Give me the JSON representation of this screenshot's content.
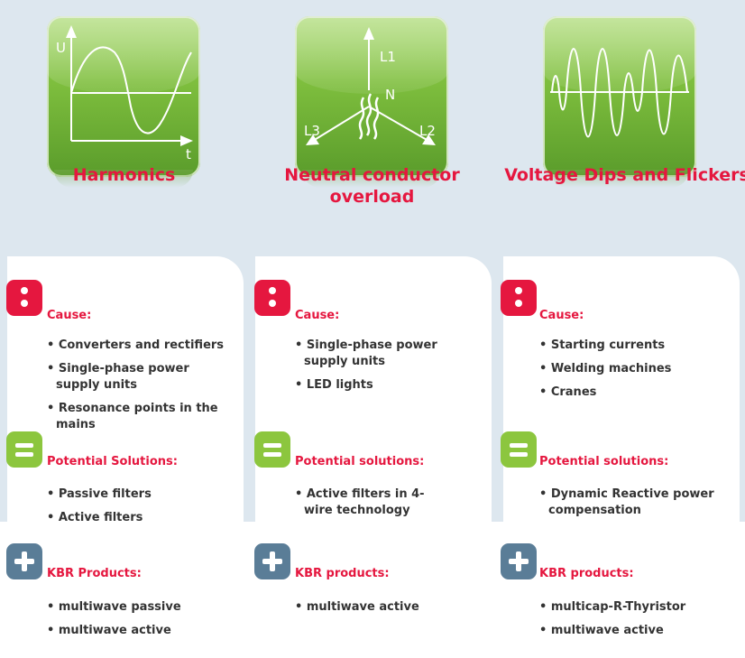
{
  "columns": [
    {
      "title": "Harmonics",
      "icon": "sine-wave-icon",
      "graph_labels": {
        "y": "U",
        "x": "t"
      },
      "cause_label": "Cause:",
      "causes": [
        "• Converters and rectifiers",
        "• Single-phase power supply units",
        "• Resonance points in the mains"
      ],
      "solutions_label": "Potential Solutions:",
      "solutions": [
        "• Passive filters",
        "• Active filters"
      ],
      "products_label": "KBR Products:",
      "products": [
        "• multiwave passive",
        "• multiwave active"
      ]
    },
    {
      "title": "Neutral conductor overload",
      "icon": "three-phase-neutral-icon",
      "graph_labels": {
        "l1": "L1",
        "l2": "L2",
        "l3": "L3",
        "n": "N"
      },
      "cause_label": "Cause:",
      "causes": [
        "• Single-phase power supply units",
        "• LED lights"
      ],
      "solutions_label": "Potential solutions:",
      "solutions": [
        "• Active filters in 4-wire technology"
      ],
      "products_label": "KBR products:",
      "products": [
        "• multiwave active"
      ]
    },
    {
      "title": "Voltage Dips and Flickers",
      "icon": "flicker-wave-icon",
      "cause_label": "Cause:",
      "causes": [
        "• Starting currents",
        "• Welding machines",
        "• Cranes"
      ],
      "solutions_label": "Potential solutions:",
      "solutions": [
        "• Dynamic Reactive power compensation"
      ],
      "products_label": "KBR products:",
      "products": [
        "• multicap-R-Thyristor",
        "• multiwave active"
      ]
    }
  ],
  "colors": {
    "accent_red": "#e5173f",
    "accent_green": "#8cc63e",
    "accent_blue": "#5a7d97",
    "tile_green": "#7fbf3e"
  }
}
